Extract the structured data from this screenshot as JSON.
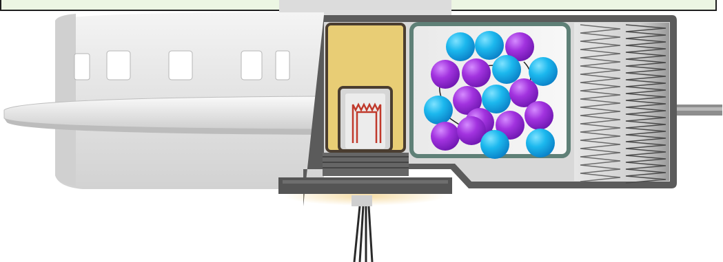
{
  "caption": {
    "text": ""
  },
  "colors": {
    "caption_fill": "#ecf6e3",
    "housing_shell": "#5a5a5a",
    "housing_interior": "#d9d9d9",
    "block_yellow": "#e9cf78",
    "frame_teal": "#5f8077",
    "ball_cyan": "#18b7ee",
    "ball_purple": "#a133df",
    "heater_red": "#c0392b",
    "glow": "#f3d9a0"
  },
  "icons": {
    "ball_cyan": "cyan-sphere",
    "ball_purple": "purple-sphere",
    "spring": "zigzag-spring",
    "heater": "heater-coil"
  }
}
